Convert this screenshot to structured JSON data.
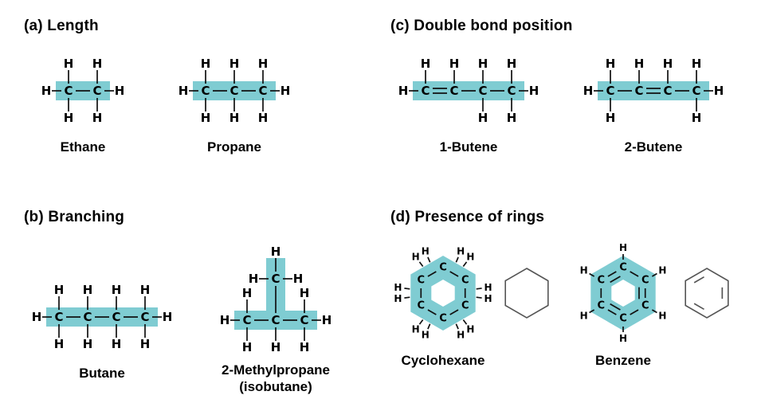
{
  "figure": {
    "highlight_color": "#7fccd2",
    "bond_color": "#111111",
    "atom_color": "#000000",
    "shorthand_color": "#555555"
  },
  "atoms": {
    "carbon": "C",
    "hydrogen": "H"
  },
  "panels": {
    "a": {
      "heading": "(a) Length"
    },
    "b": {
      "heading": "(b) Branching"
    },
    "c": {
      "heading": "(c) Double bond position"
    },
    "d": {
      "heading": "(d) Presence of rings"
    }
  },
  "molecules": {
    "ethane": {
      "name": "Ethane",
      "type": "chain",
      "carbons": 2,
      "bonds": [
        "single"
      ],
      "h_top": [
        1,
        1
      ],
      "h_bottom": [
        1,
        1
      ]
    },
    "propane": {
      "name": "Propane",
      "type": "chain",
      "carbons": 3,
      "bonds": [
        "single",
        "single"
      ],
      "h_top": [
        1,
        1,
        1
      ],
      "h_bottom": [
        1,
        1,
        1
      ]
    },
    "butane": {
      "name": "Butane",
      "type": "chain",
      "carbons": 4,
      "bonds": [
        "single",
        "single",
        "single"
      ],
      "h_top": [
        1,
        1,
        1,
        1
      ],
      "h_bottom": [
        1,
        1,
        1,
        1
      ]
    },
    "isobutane": {
      "name": "2-Methylpropane",
      "name_alt": "(isobutane)",
      "type": "branched",
      "carbons": 3,
      "bonds": [
        "single",
        "single"
      ],
      "h_top": [
        1,
        0,
        1
      ],
      "h_bottom": [
        1,
        1,
        1
      ],
      "branch_at": 1
    },
    "butene1": {
      "name": "1-Butene",
      "type": "chain",
      "carbons": 4,
      "bonds": [
        "double",
        "single",
        "single"
      ],
      "h_top": [
        1,
        1,
        1,
        1
      ],
      "h_bottom": [
        0,
        0,
        1,
        1
      ]
    },
    "butene2": {
      "name": "2-Butene",
      "type": "chain",
      "carbons": 4,
      "bonds": [
        "single",
        "double",
        "single"
      ],
      "h_top": [
        1,
        1,
        1,
        1
      ],
      "h_bottom": [
        1,
        0,
        0,
        1
      ]
    },
    "cyclohexane": {
      "name": "Cyclohexane",
      "type": "ring",
      "carbons": 6,
      "h_per_carbon": 2,
      "double_edges": []
    },
    "benzene": {
      "name": "Benzene",
      "type": "ring",
      "carbons": 6,
      "h_per_carbon": 1,
      "double_edges": [
        1,
        3,
        5
      ]
    },
    "cyclohexane_shorthand": {
      "type": "shorthand",
      "double_edges": []
    },
    "benzene_shorthand": {
      "type": "shorthand",
      "double_edges": [
        1,
        3,
        5
      ]
    }
  }
}
